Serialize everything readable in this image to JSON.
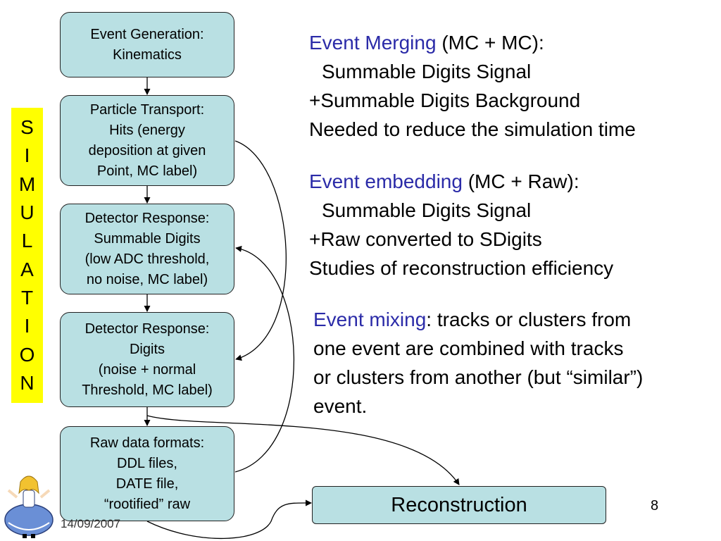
{
  "flow_boxes": [
    {
      "id": "event-generation",
      "lines": [
        "Event Generation:",
        "Kinematics"
      ]
    },
    {
      "id": "particle-transport",
      "lines": [
        "Particle Transport:",
        "Hits (energy",
        "deposition at given",
        "Point, MC label)"
      ]
    },
    {
      "id": "summable-digits",
      "lines": [
        "Detector Response:",
        "Summable Digits",
        "(low ADC threshold,",
        "no noise, MC label)"
      ]
    },
    {
      "id": "digits",
      "lines": [
        "Detector Response:",
        "Digits",
        "(noise + normal",
        "Threshold, MC label)"
      ]
    },
    {
      "id": "raw-data",
      "lines": [
        "Raw data formats:",
        "DDL files,",
        "DATE file,",
        "“rootified” raw"
      ]
    }
  ],
  "sidebar_label": [
    "S",
    "I",
    "M",
    "U",
    "L",
    "A",
    "T",
    "I",
    "O",
    "N"
  ],
  "merging": {
    "title": "Event Merging",
    "rest": " (MC + MC):",
    "lines": [
      "Summable Digits Signal",
      "+Summable Digits Background",
      "Needed to reduce  the simulation time"
    ]
  },
  "embedding": {
    "title": "Event embedding",
    "rest": " (MC + Raw):",
    "lines": [
      "Summable Digits Signal",
      "+Raw converted to SDigits",
      "Studies of reconstruction efficiency"
    ]
  },
  "mixing": {
    "title": "Event mixing",
    "first_rest": ": tracks or clusters from",
    "lines": [
      "one event are combined with tracks",
      "or clusters from another (but “similar”)",
      "event."
    ]
  },
  "reconstruction_label": "Reconstruction",
  "page_number": "8",
  "date": "14/09/2007",
  "colors": {
    "box_fill": "#b9e0e3",
    "sidebar": "#ffff00",
    "heading": "#2b2ba8"
  }
}
